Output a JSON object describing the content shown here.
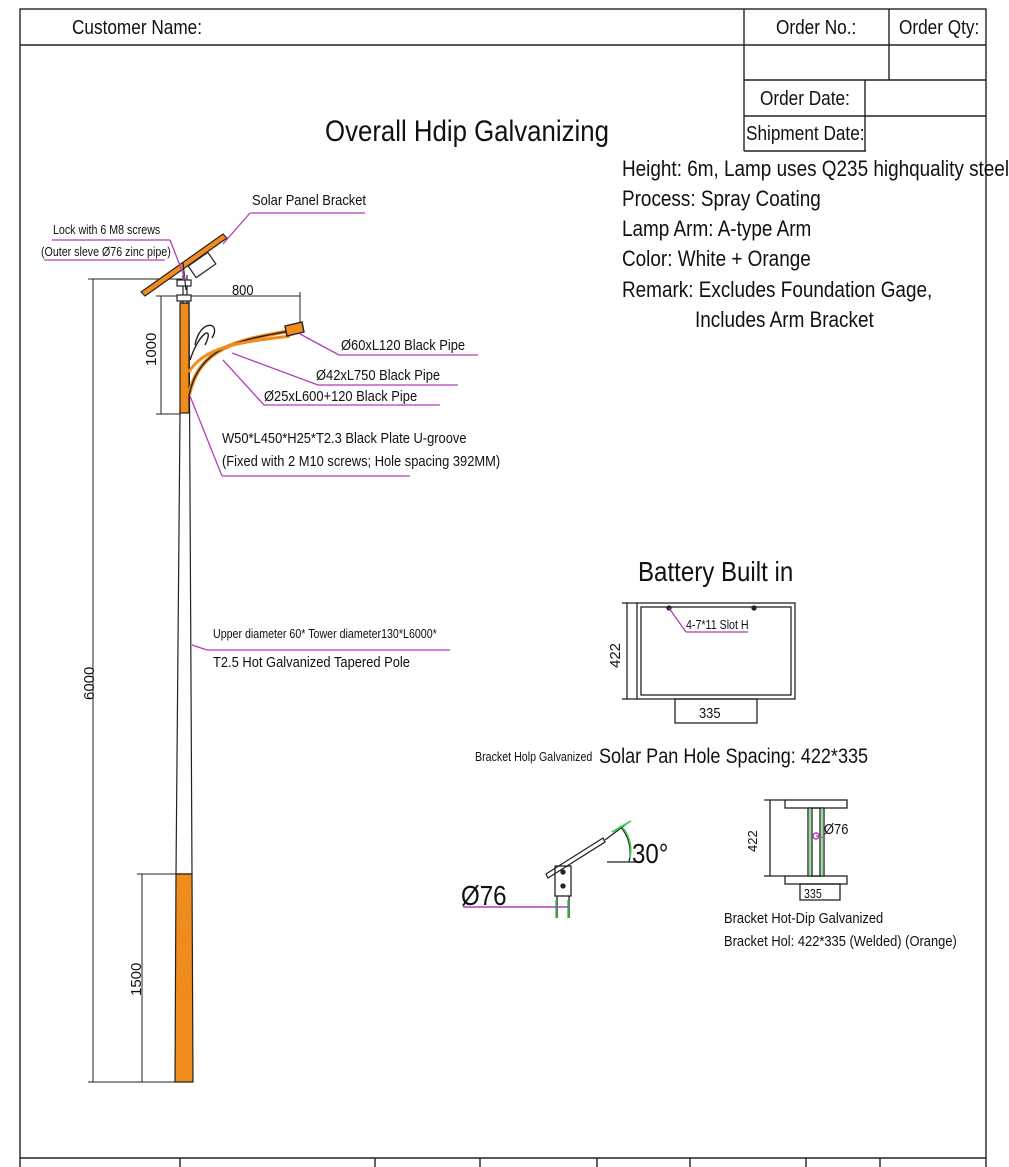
{
  "header": {
    "customer_name_label": "Customer Name:",
    "order_no_label": "Order No.:",
    "order_qty_label": "Order Qty:",
    "order_date_label": "Order Date:",
    "shipment_date_label": "Shipment Date:"
  },
  "title": "Overall Hdip Galvanizing",
  "specs": [
    "Height: 6m,  Lamp uses Q235 highquality steel",
    "Process: Spray Coating",
    "Lamp Arm: A-type Arm",
    "Color: White + Orange",
    "Remark: Excludes Foundation Gage,",
    "Includes Arm Bracket"
  ],
  "pole": {
    "solar_bracket_label": "Solar Panel Bracket",
    "lock_label_1": "Lock with 6 M8 screws",
    "lock_label_2": "(Outer sleve Ø76 zinc pipe)",
    "arm_length": "800",
    "arm_drop": "1000",
    "pipe_1": "Ø60xL120 Black Pipe",
    "pipe_2": "Ø42xL750 Black Pipe",
    "pipe_3": "Ø25xL600+120 Black Pipe",
    "plate_1": "W50*L450*H25*T2.3 Black Plate U-groove",
    "plate_2": "(Fixed with 2 M10 screws; Hole spacing 392MM)",
    "pole_desc_1": "Upper diameter 60* Tower diameter130*L6000*",
    "pole_desc_2": "T2.5 Hot Galvanized Tapered Pole",
    "height_total": "6000",
    "height_base": "1500"
  },
  "battery": {
    "title": "Battery Built in",
    "slot_label": "4-7*11 Slot H",
    "dim_h": "422",
    "dim_w": "335",
    "bracket_small": "Bracket Holp Galvanized",
    "hole_spacing": "Solar Pan Hole Spacing: 422*335"
  },
  "bracket": {
    "dia": "Ø76",
    "angle": "30°",
    "dia_2": "Ø76",
    "dim_h": "422",
    "dim_w": "335",
    "note_1": "Bracket Hot-Dip Galvanized",
    "note_2": "Bracket Hol: 422*335 (Welded)  (Orange)"
  },
  "colors": {
    "orange": "#f08c1e",
    "leader": "#b23fb6",
    "green": "#3ccf4e",
    "line": "#222222"
  }
}
